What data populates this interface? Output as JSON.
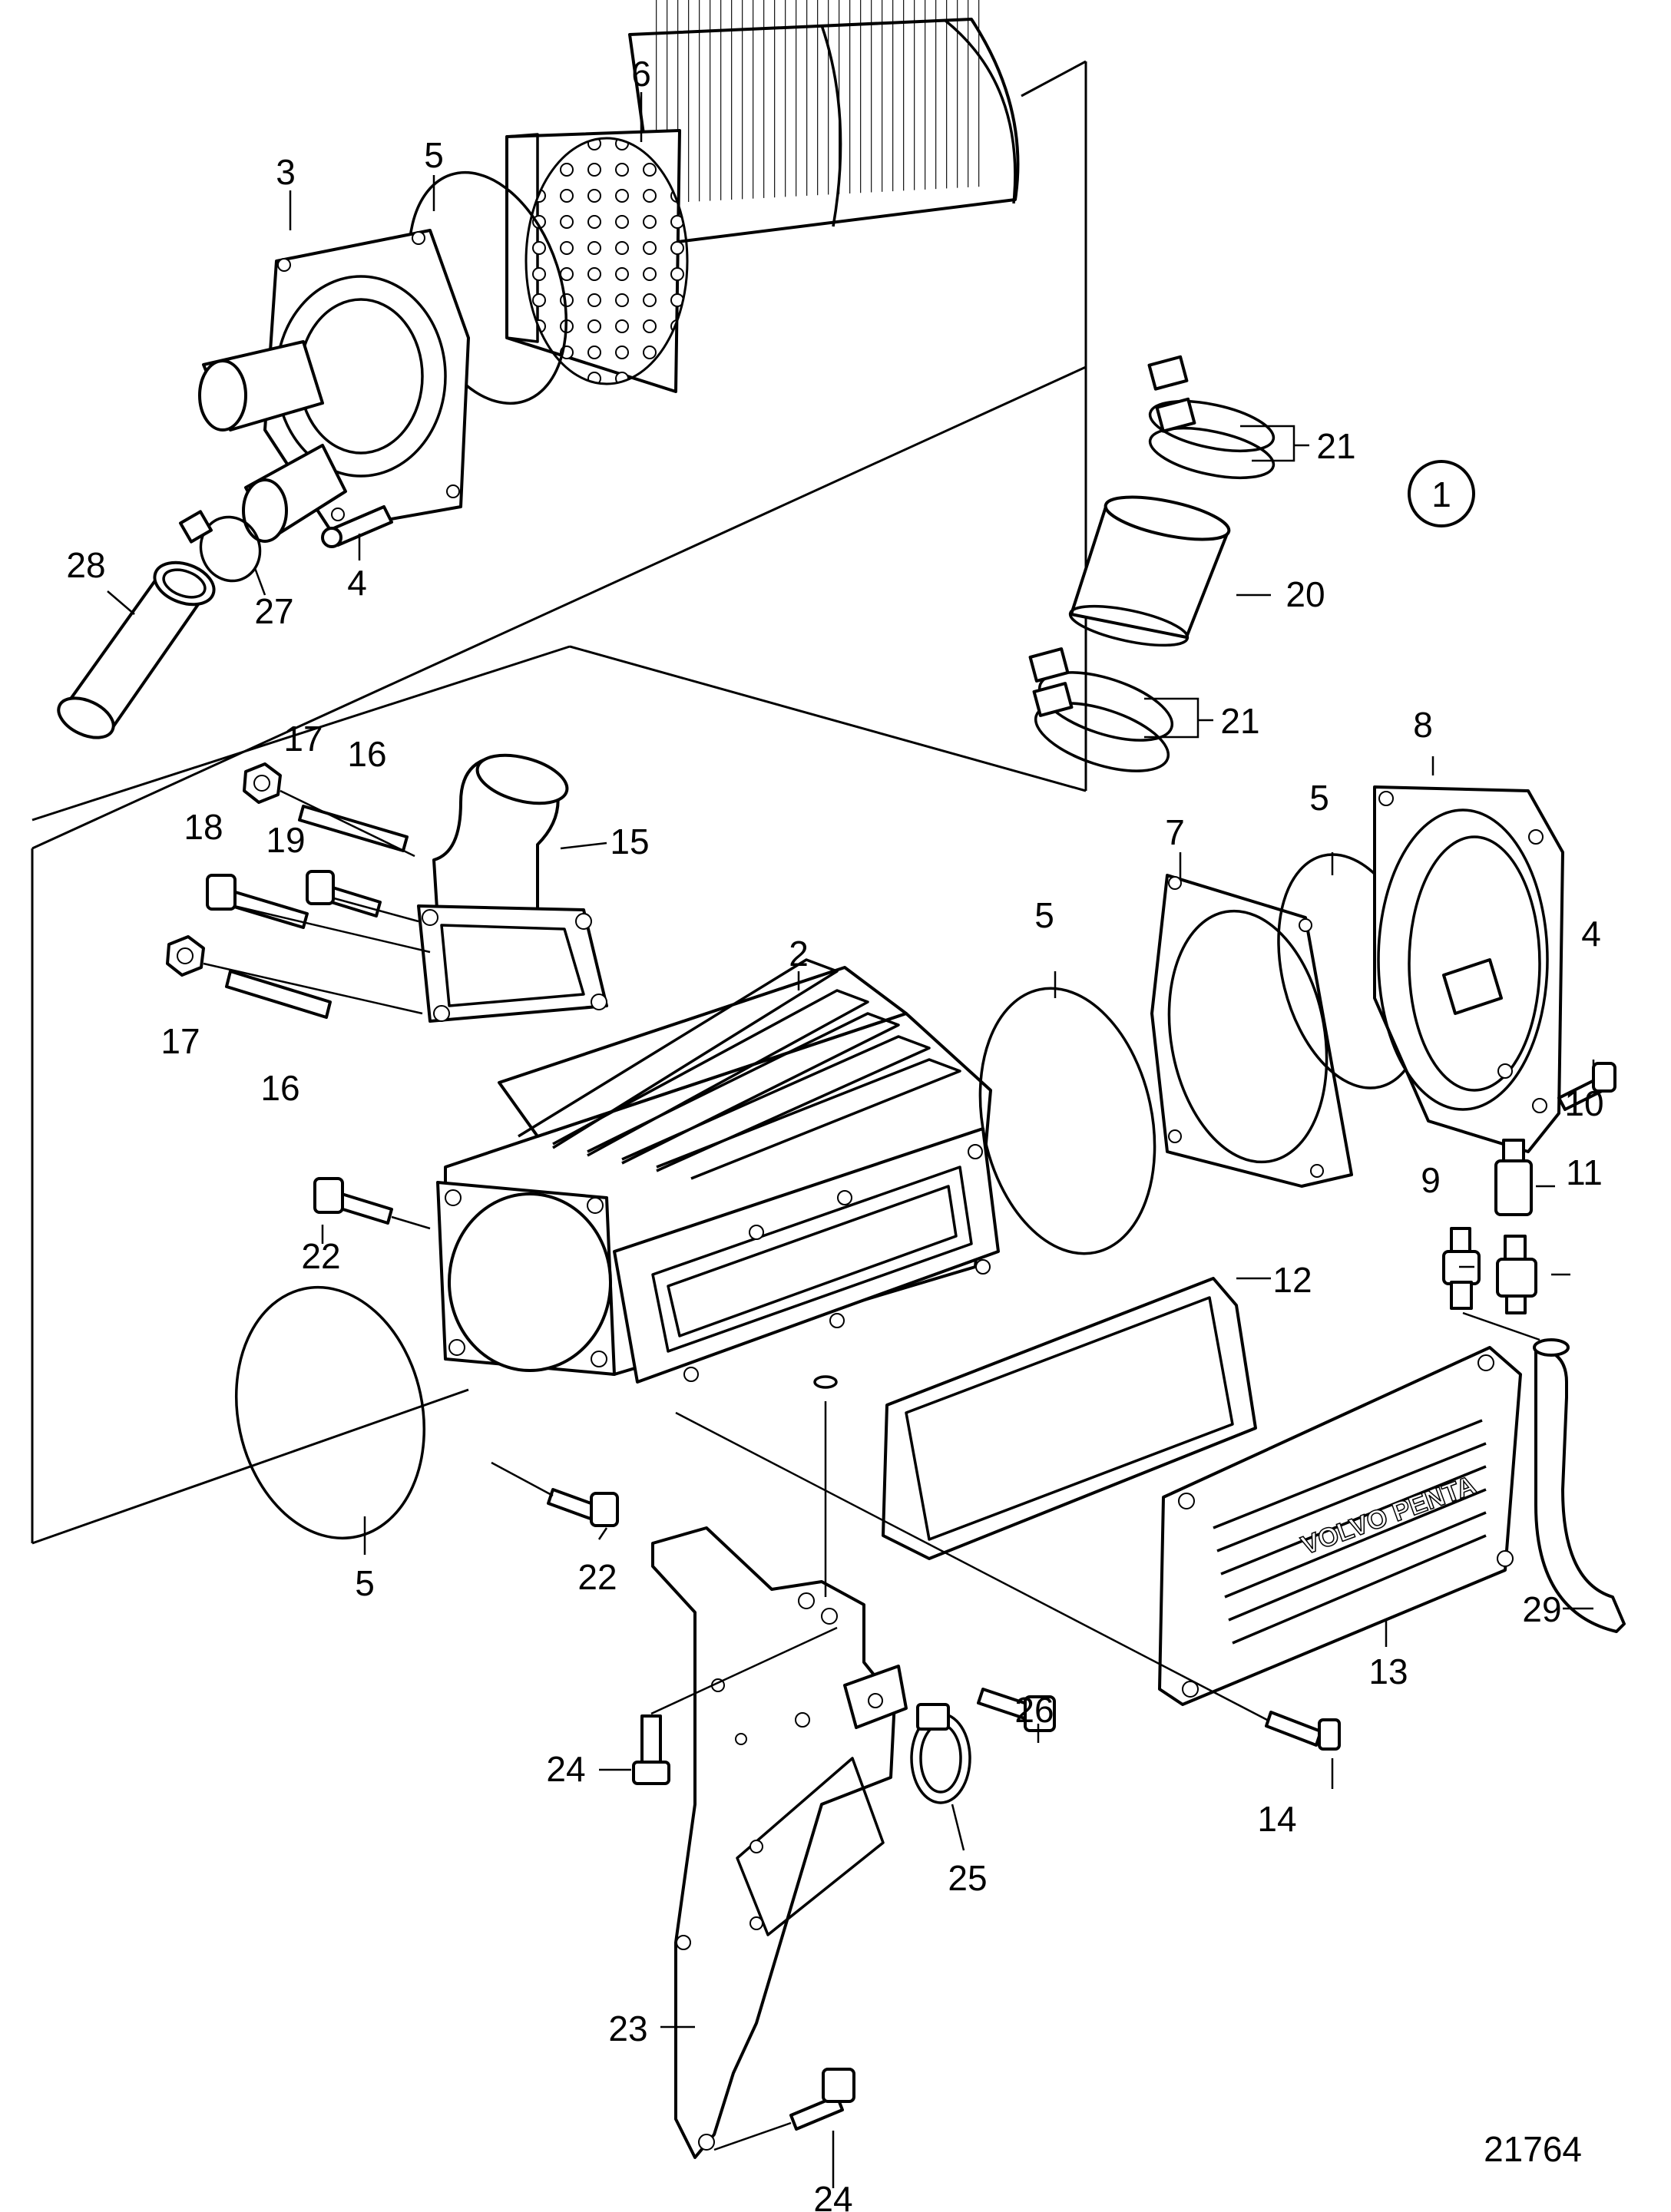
{
  "drawing_number": "21764",
  "group_marker": "1",
  "labels": {
    "p2": "2",
    "p3": "3",
    "p4a": "4",
    "p4b": "4",
    "p5a": "5",
    "p5b": "5",
    "p5c": "5",
    "p5d": "5",
    "p6": "6",
    "p7": "7",
    "p8": "8",
    "p9": "9",
    "p10": "10",
    "p11": "11",
    "p12": "12",
    "p13": "13",
    "p14": "14",
    "p15": "15",
    "p16a": "16",
    "p16b": "16",
    "p17a": "17",
    "p17b": "17",
    "p18": "18",
    "p19": "19",
    "p20": "20",
    "p21a": "21",
    "p21b": "21",
    "p22a": "22",
    "p22b": "22",
    "p23": "23",
    "p24a": "24",
    "p24b": "24",
    "p25": "25",
    "p26": "26",
    "p27": "27",
    "p28": "28",
    "p29": "29"
  },
  "cover_brand": "VOLVO PENTA"
}
